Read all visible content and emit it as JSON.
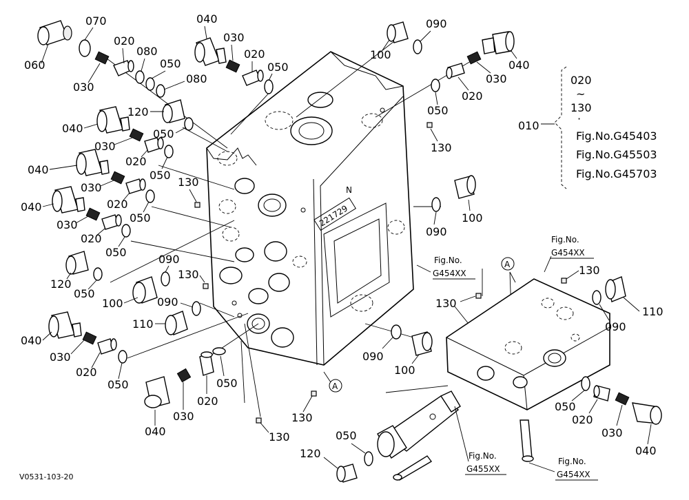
{
  "labels": {
    "l060": "060",
    "l070": "070",
    "l030a": "030",
    "l020a": "020",
    "l080a": "080",
    "l050a": "050",
    "l040a": "040",
    "l030b": "030",
    "l020b": "020",
    "l050b": "050",
    "l080b": "080",
    "l120a": "120",
    "l040b": "040",
    "l030c": "030",
    "l050c": "050",
    "l020c": "020",
    "l050d": "050",
    "l040c": "040",
    "l030d": "030",
    "l130a": "130",
    "l020d": "020",
    "l050e": "050",
    "l040d": "040",
    "l030e": "030",
    "l020e": "020",
    "l050f": "050",
    "l120b": "120",
    "l050g": "050",
    "l100a": "100",
    "l090a": "090",
    "l130b": "130",
    "l090b": "090",
    "l110a": "110",
    "l040e": "040",
    "l030f": "030",
    "l020f": "020",
    "l050h": "050",
    "l040f": "040",
    "l030g": "030",
    "l020g": "020",
    "l050i": "050",
    "l130c": "130",
    "l130d": "130",
    "l100b": "100",
    "l090c": "090",
    "l040g": "040",
    "l030h": "030",
    "l020h": "020",
    "l050j": "050",
    "l130e": "130",
    "l090d": "090",
    "l100c": "100",
    "l090e": "090",
    "l100d": "100",
    "l130f": "130",
    "l130g": "130",
    "l110b": "110",
    "l090f": "090",
    "l050k": "050",
    "l020i": "020",
    "l030i": "030",
    "l040h": "040",
    "l120c": "120",
    "l050l": "050"
  },
  "callout": {
    "top": "020",
    "tilde": "~",
    "bottom": "130",
    "dot": "·",
    "assembly": "010",
    "figs": [
      "Fig.No.G45403",
      "Fig.No.G45503",
      "Fig.No.G45703"
    ]
  },
  "references": {
    "fig_label": "Fig.No.",
    "fig_a": "G454XX",
    "fig_b": "G454XX",
    "fig_c": "G455XX",
    "fig_d": "G454XX",
    "marker_a": "A",
    "marker_b": "A"
  },
  "body_stamp": "221729",
  "body_mark": "N",
  "drawing_code": "V0531-103-20"
}
